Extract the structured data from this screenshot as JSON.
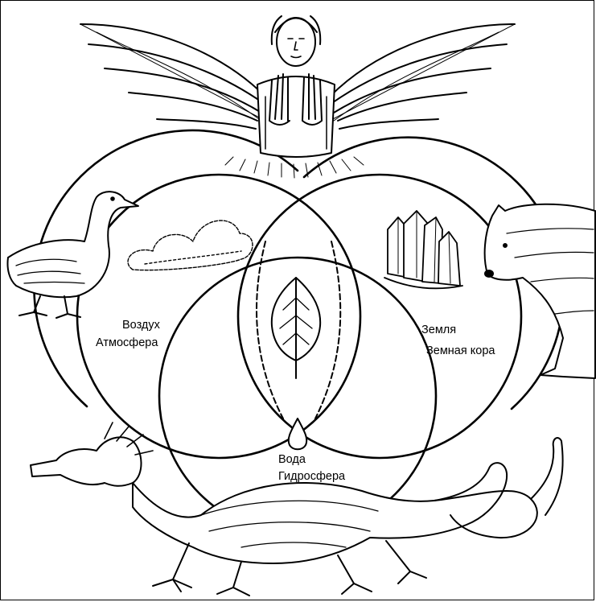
{
  "labels": {
    "air_1": "Воздух",
    "air_2": "Атмосфера",
    "earth_1": "Земля",
    "earth_2": "Земная кора",
    "water_1": "Вода",
    "water_2": "Гидросфера"
  },
  "figures": {
    "top": "winged-figure-icon",
    "left": "goose-icon",
    "right": "bear-icon",
    "bottom": "dragon-icon",
    "center": "leaf-icon",
    "cloud": "cloud-icon",
    "crystals": "crystal-icon",
    "drop": "water-drop-icon"
  },
  "colors": {
    "ink": "#000000",
    "paper": "#ffffff"
  }
}
